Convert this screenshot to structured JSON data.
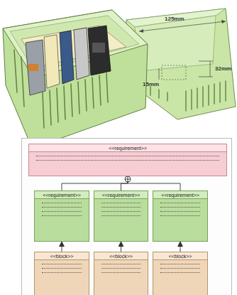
{
  "diagram": {
    "nodes": [
      {
        "text": [
          "<<requirement>>"
        ]
      },
      {
        "text": [
          "<<requirement>>"
        ]
      },
      {
        "text": [
          "<<requirement>>"
        ]
      },
      {
        "text": [
          "<<requirement>>"
        ]
      },
      {
        "text": [
          "<<block>>"
        ]
      },
      {
        "text": [
          "<<block>>"
        ]
      },
      {
        "text": [
          "<<block>>"
        ]
      }
    ],
    "edges": [
      {
        "from": 0,
        "to": 1,
        "arrow": "none"
      },
      {
        "from": 0,
        "to": 2,
        "arrow": "none"
      },
      {
        "from": 0,
        "to": 3,
        "arrow": "none"
      },
      {
        "from": 4,
        "to": 1,
        "arrow": "to"
      },
      {
        "from": 5,
        "to": 2,
        "arrow": "to"
      },
      {
        "from": 6,
        "to": 3,
        "arrow": "to"
      }
    ],
    "labels": [
      "125mm",
      "32mm",
      "15mm"
    ]
  }
}
